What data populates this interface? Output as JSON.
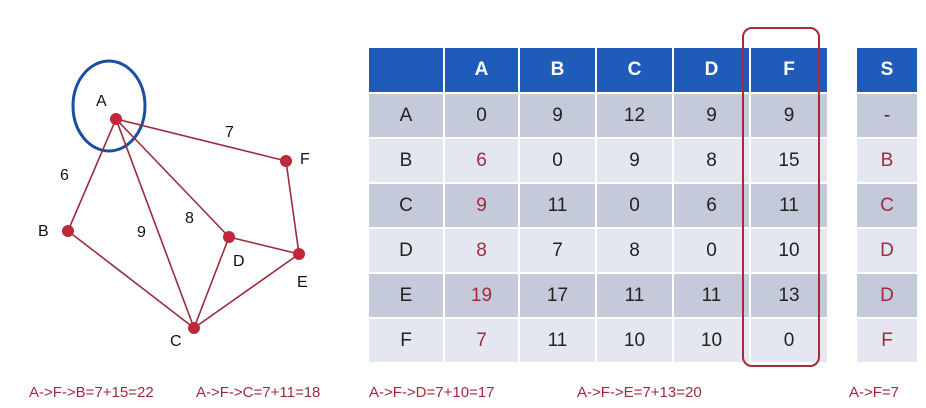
{
  "graph": {
    "nodes": [
      {
        "id": "A",
        "label": "A"
      },
      {
        "id": "B",
        "label": "B"
      },
      {
        "id": "C",
        "label": "C"
      },
      {
        "id": "D",
        "label": "D"
      },
      {
        "id": "E",
        "label": "E"
      },
      {
        "id": "F",
        "label": "F"
      }
    ],
    "edges": [
      {
        "from": "A",
        "to": "B",
        "weight": "6"
      },
      {
        "from": "A",
        "to": "F",
        "weight": "7"
      },
      {
        "from": "A",
        "to": "C",
        "weight": "9"
      },
      {
        "from": "A",
        "to": "D",
        "weight": "8"
      },
      {
        "from": "B",
        "to": "C",
        "weight": ""
      },
      {
        "from": "C",
        "to": "D",
        "weight": ""
      },
      {
        "from": "C",
        "to": "E",
        "weight": ""
      },
      {
        "from": "D",
        "to": "E",
        "weight": ""
      },
      {
        "from": "F",
        "to": "E",
        "weight": ""
      }
    ],
    "node_color": "#c0283a",
    "edge_color": "#9b2c3c",
    "circle_color": "#1a4fa0"
  },
  "matrix": {
    "corner": "",
    "columns": [
      "A",
      "B",
      "C",
      "D",
      "F"
    ],
    "rows": [
      {
        "label": "A",
        "cells": [
          "0",
          "9",
          "12",
          "9",
          "9"
        ]
      },
      {
        "label": "B",
        "cells": [
          "6",
          "0",
          "9",
          "8",
          "15"
        ]
      },
      {
        "label": "C",
        "cells": [
          "9",
          "11",
          "0",
          "6",
          "11"
        ]
      },
      {
        "label": "D",
        "cells": [
          "8",
          "7",
          "8",
          "0",
          "10"
        ]
      },
      {
        "label": "E",
        "cells": [
          "19",
          "17",
          "11",
          "11",
          "13"
        ]
      },
      {
        "label": "F",
        "cells": [
          "7",
          "11",
          "10",
          "10",
          "0"
        ]
      }
    ],
    "header_color": "#1f5bb8",
    "highlight_color": "#a52a3a"
  },
  "s_table": {
    "header": "S",
    "values": [
      "-",
      "B",
      "C",
      "D",
      "D",
      "F"
    ]
  },
  "formulas": {
    "f1": "A->F->B=7+15=22",
    "f2": "A->F->C=7+11=18",
    "f3": "A->F->D=7+10=17",
    "f4": "A->F->E=7+13=20",
    "f5": "A->F=7"
  }
}
